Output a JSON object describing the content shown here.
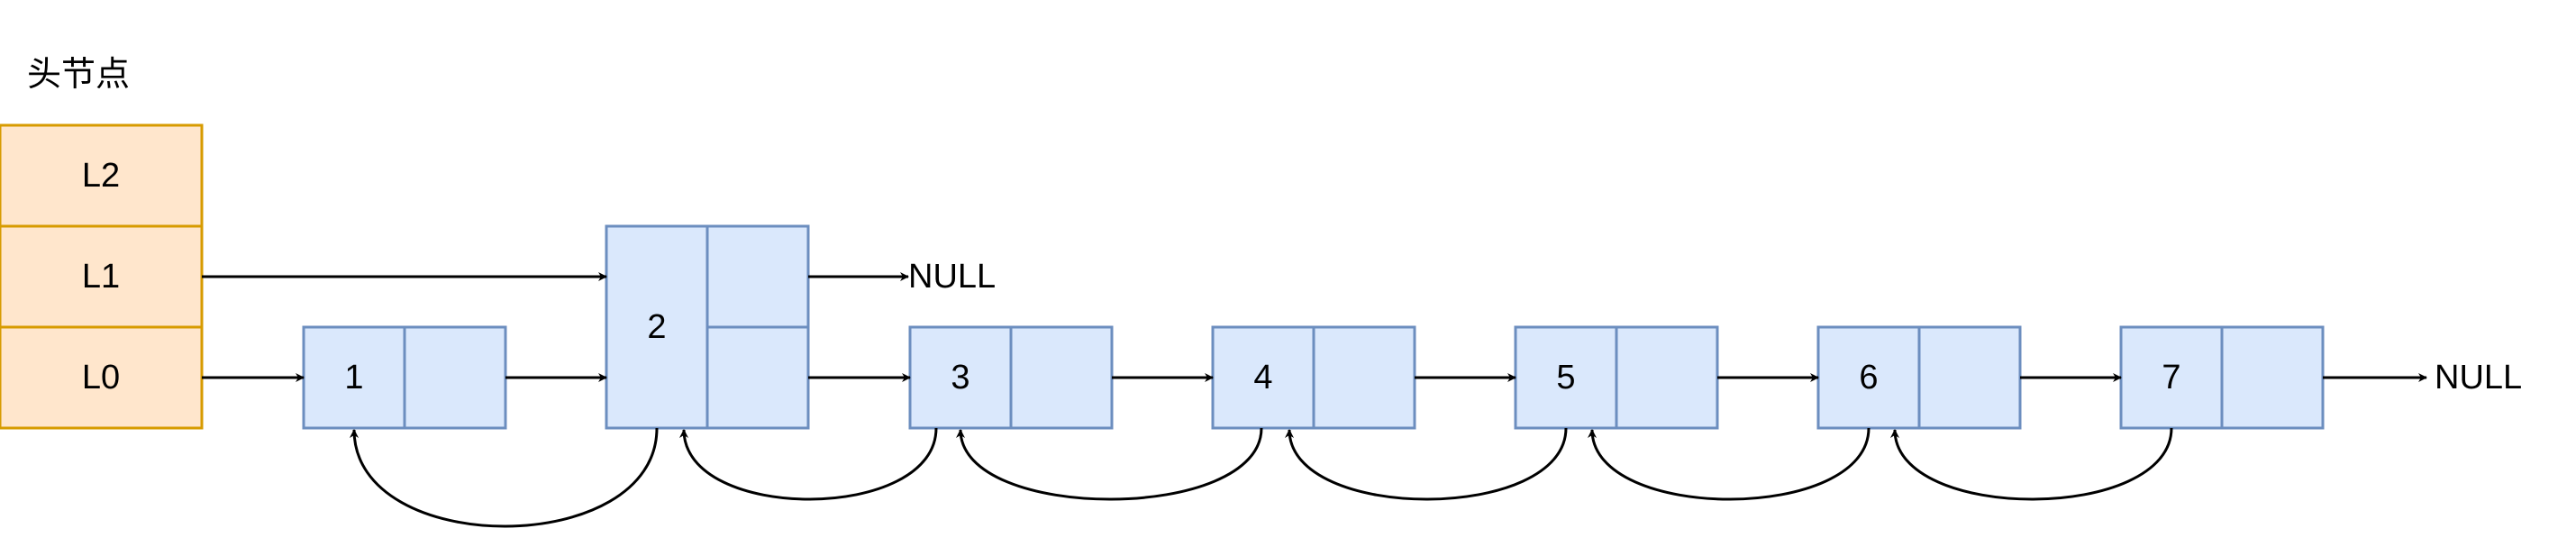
{
  "diagram": {
    "title": "头节点",
    "head_levels": [
      "L2",
      "L1",
      "L0"
    ],
    "nodes": [
      "1",
      "2",
      "3",
      "4",
      "5",
      "6",
      "7"
    ],
    "level1_null": "NULL",
    "level0_null": "NULL",
    "colors": {
      "head_fill": "#ffe6cc",
      "head_stroke": "#d79b00",
      "node_fill": "#dae8fc",
      "node_stroke": "#6c8ebf",
      "arrow": "#000000"
    }
  }
}
